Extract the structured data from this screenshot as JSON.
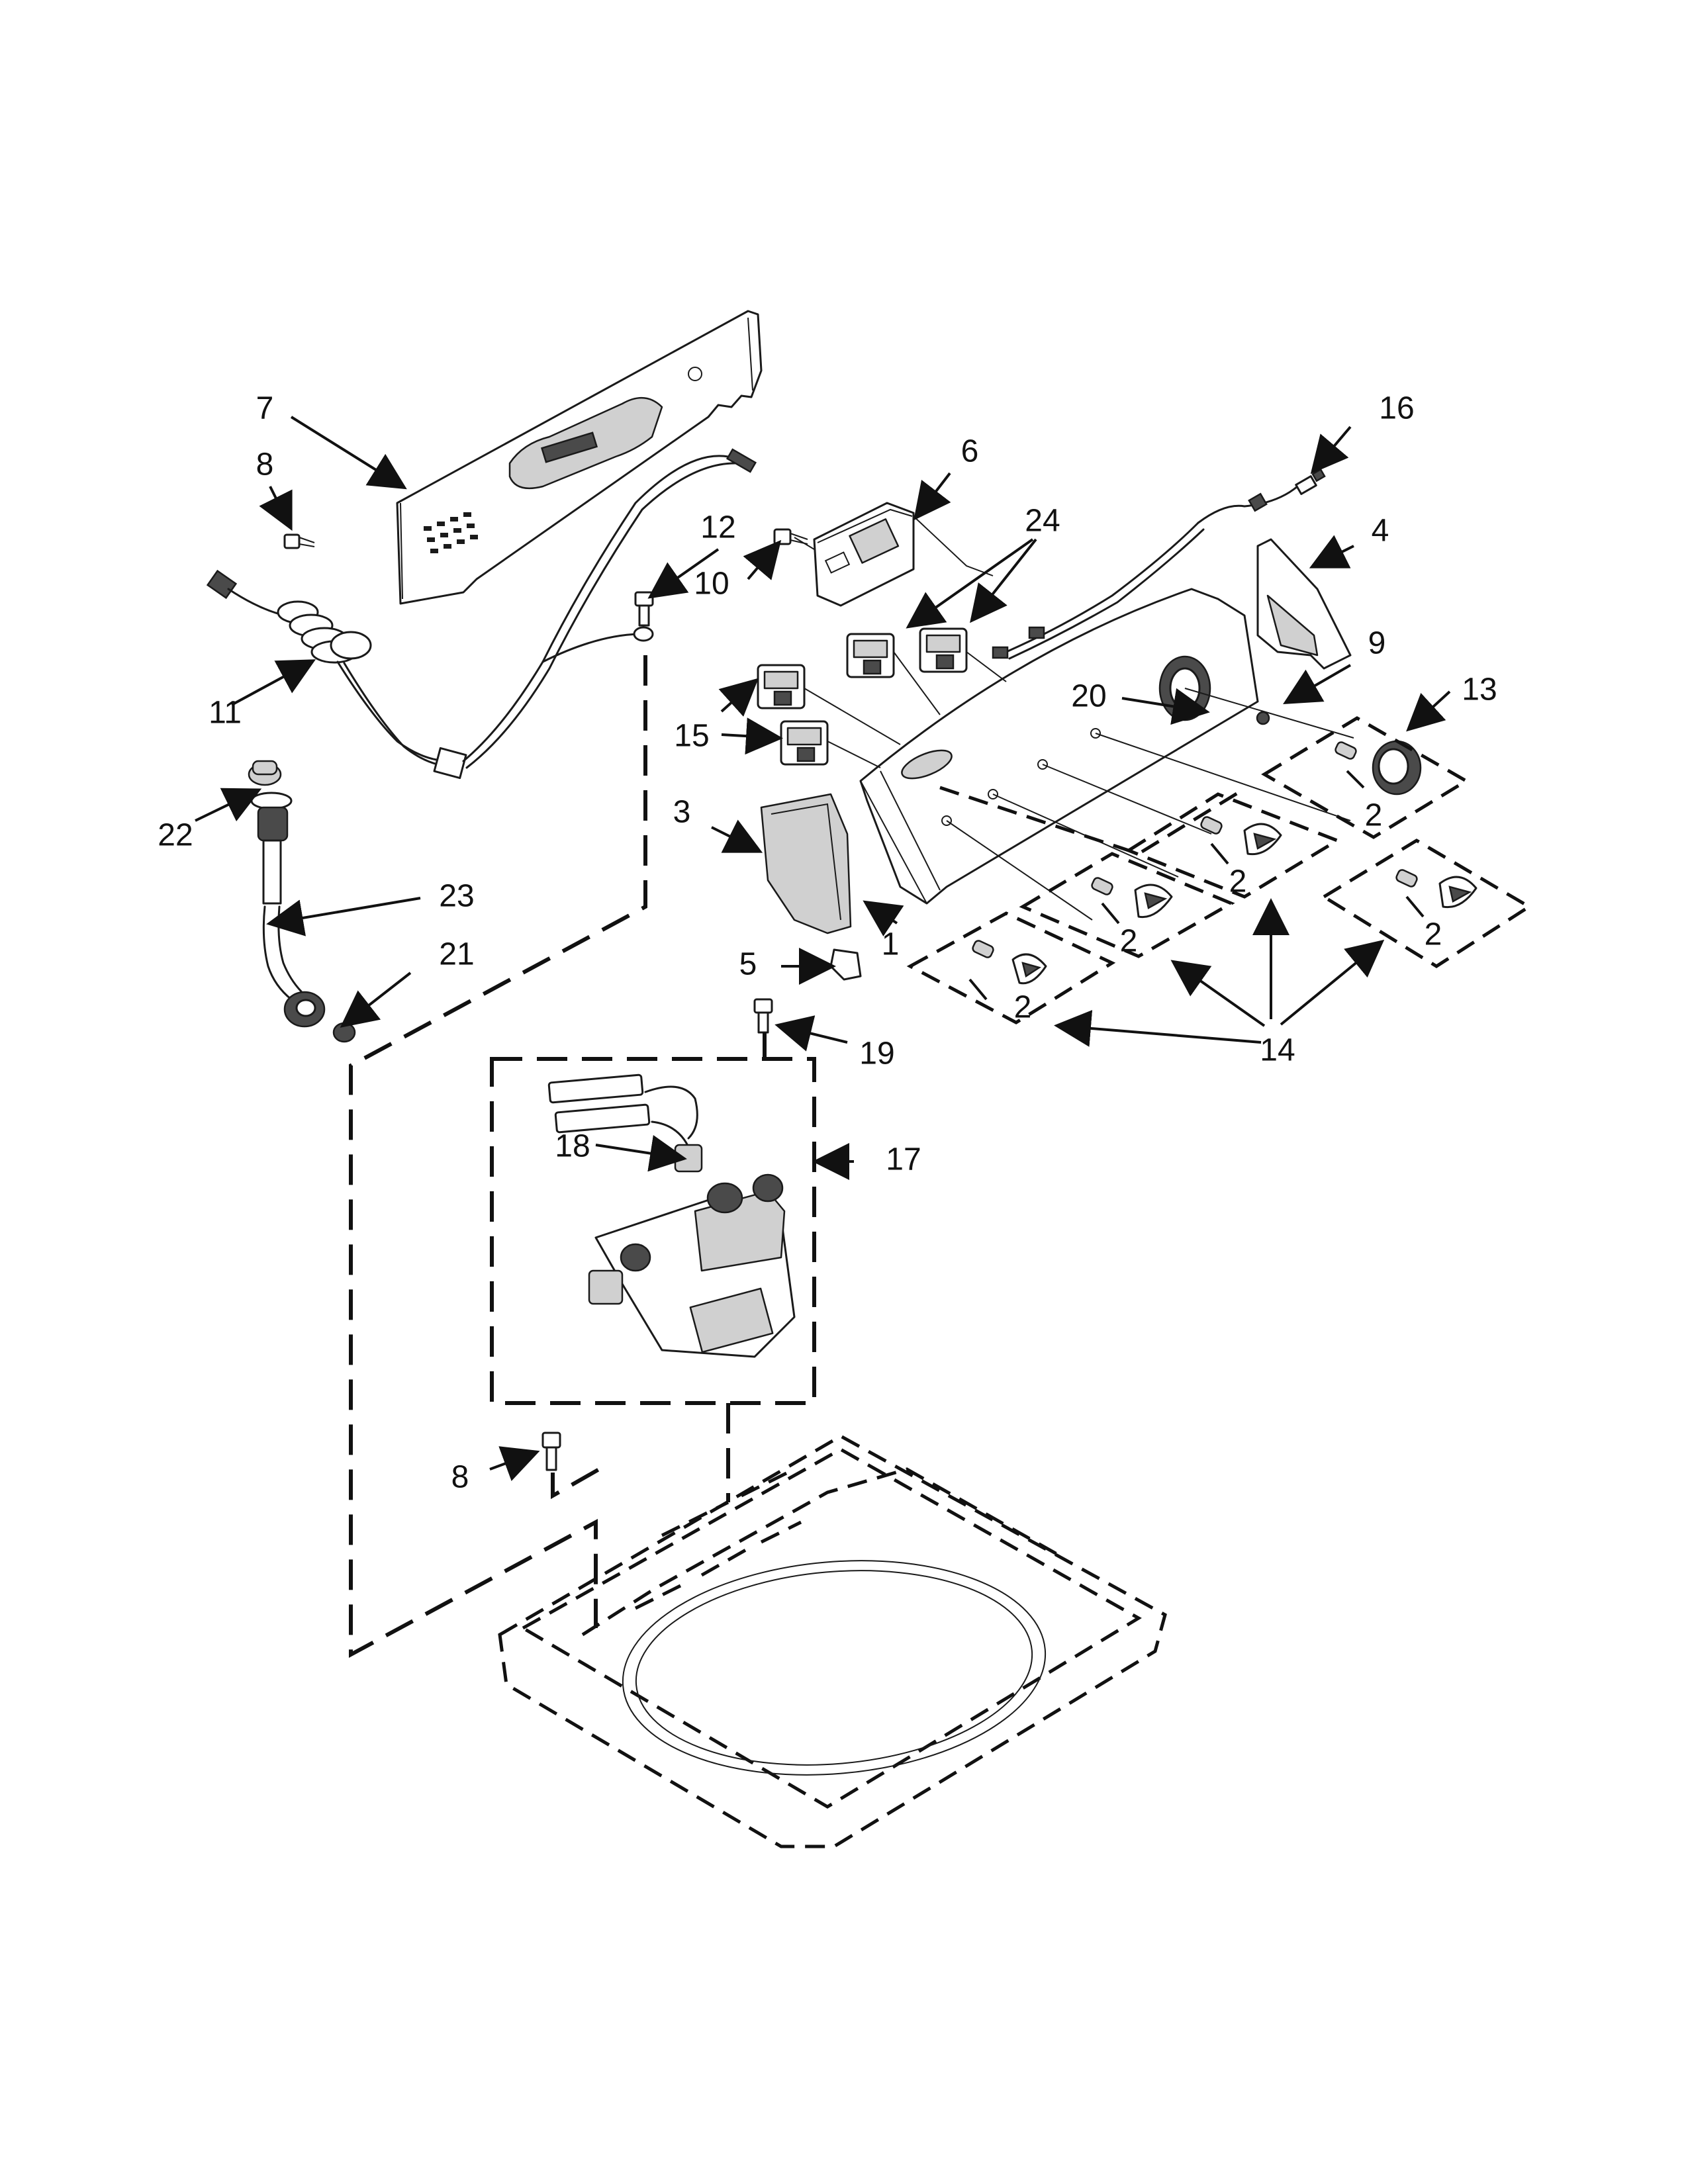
{
  "parts": [
    {
      "id": "p1",
      "label": "1"
    },
    {
      "id": "p2a",
      "label": "2"
    },
    {
      "id": "p2b",
      "label": "2"
    },
    {
      "id": "p2c",
      "label": "2"
    },
    {
      "id": "p2d",
      "label": "2"
    },
    {
      "id": "p2e",
      "label": "2"
    },
    {
      "id": "p3",
      "label": "3"
    },
    {
      "id": "p4",
      "label": "4"
    },
    {
      "id": "p5",
      "label": "5"
    },
    {
      "id": "p6",
      "label": "6"
    },
    {
      "id": "p7",
      "label": "7"
    },
    {
      "id": "p8a",
      "label": "8"
    },
    {
      "id": "p8b",
      "label": "8"
    },
    {
      "id": "p9",
      "label": "9"
    },
    {
      "id": "p10",
      "label": "10"
    },
    {
      "id": "p11",
      "label": "11"
    },
    {
      "id": "p12",
      "label": "12"
    },
    {
      "id": "p13",
      "label": "13"
    },
    {
      "id": "p14",
      "label": "14"
    },
    {
      "id": "p15",
      "label": "15"
    },
    {
      "id": "p16",
      "label": "16"
    },
    {
      "id": "p17",
      "label": "17"
    },
    {
      "id": "p18",
      "label": "18"
    },
    {
      "id": "p19",
      "label": "19"
    },
    {
      "id": "p20",
      "label": "20"
    },
    {
      "id": "p21",
      "label": "21"
    },
    {
      "id": "p22",
      "label": "22"
    },
    {
      "id": "p23",
      "label": "23"
    },
    {
      "id": "p24",
      "label": "24"
    }
  ]
}
